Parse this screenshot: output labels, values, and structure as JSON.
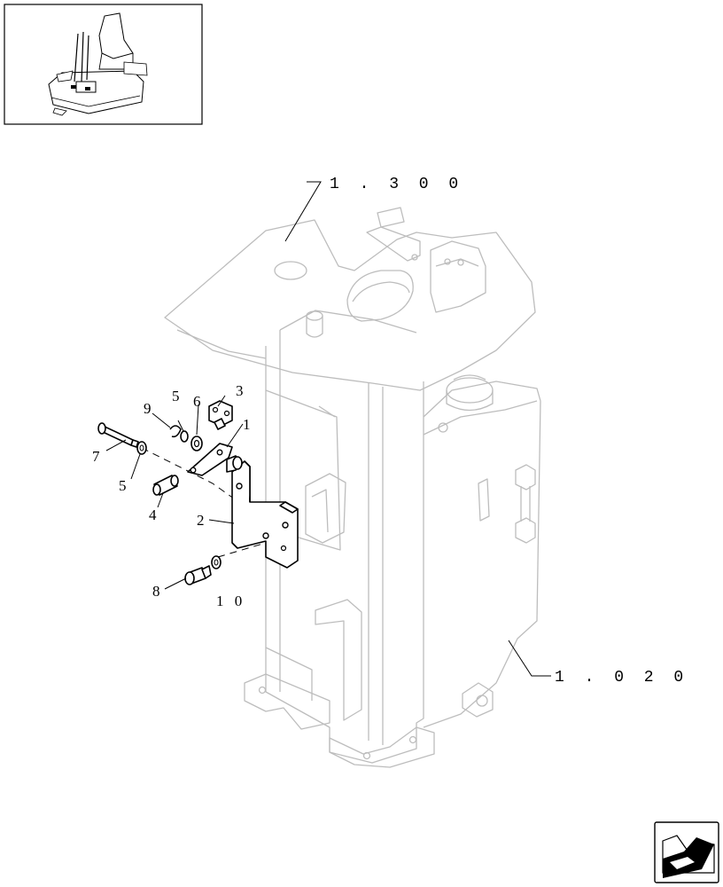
{
  "diagram": {
    "reference_labels": [
      "1 . 3 0 0",
      "1 . 0 2 0"
    ],
    "callouts": [
      "1",
      "2",
      "3",
      "4",
      "5",
      "5",
      "6",
      "7",
      "8",
      "9",
      "1 0"
    ]
  },
  "icons": {
    "thumbnail": "machine-thumbnail-icon",
    "navigation": "next-page-arrow-icon"
  },
  "colors": {
    "line": "#000000",
    "ghost_line": "#bdbdbd",
    "nav_icon_fill": "#000000"
  }
}
